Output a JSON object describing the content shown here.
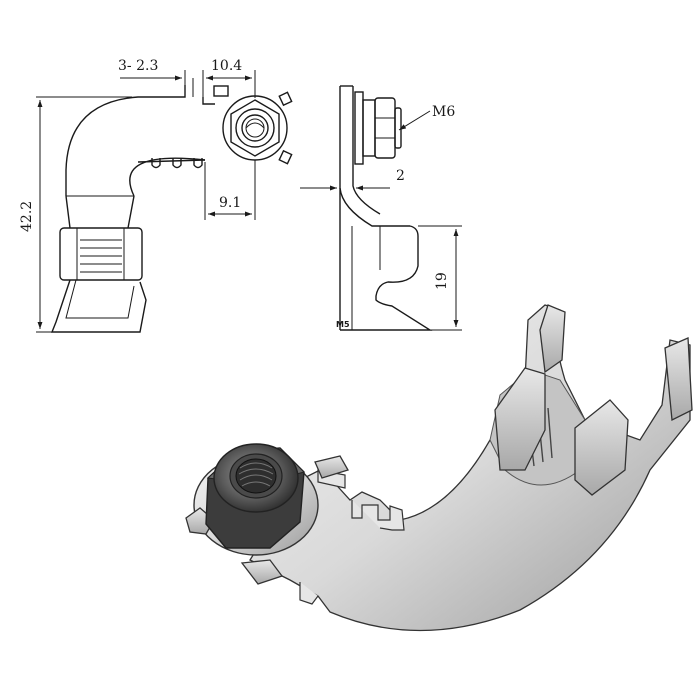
{
  "dimensions": {
    "slot_count": "3- 2.3",
    "width_top": "10.4",
    "offset_bottom": "9.1",
    "height_total": "42.2",
    "thread": "M6",
    "thickness": "2",
    "height_crimp": "19",
    "side_mark": "M5"
  }
}
